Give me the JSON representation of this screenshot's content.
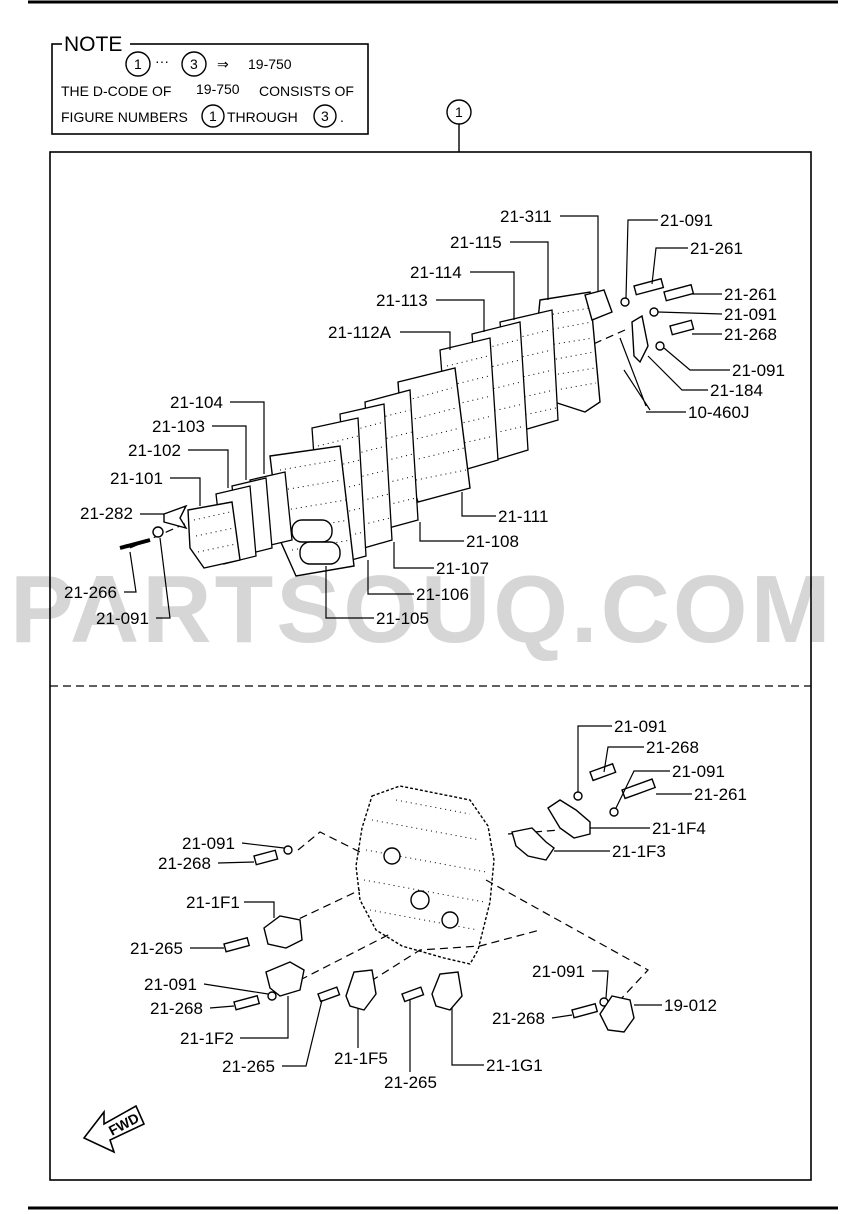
{
  "watermark": "PARTSOUQ.COM",
  "note": {
    "title": "NOTE",
    "range_from": "1",
    "range_to": "3",
    "arrow": "⇒",
    "dcode": "19-750",
    "line2_prefix": "THE D-CODE OF",
    "line2_dcode": "19-750",
    "line2_suffix": "CONSISTS OF",
    "line3_prefix": "FIGURE NUMBERS",
    "line3_from": "1",
    "line3_mid": "THROUGH",
    "line3_to": "3",
    "line3_end": "."
  },
  "figure_number": "1",
  "fwd_label": "FWD",
  "labels_top": {
    "p21_311": "21-311",
    "p21_115": "21-115",
    "p21_114": "21-114",
    "p21_113": "21-113",
    "p21_112a": "21-112A",
    "p21_104": "21-104",
    "p21_103": "21-103",
    "p21_102": "21-102",
    "p21_101": "21-101",
    "p21_282": "21-282",
    "p21_266": "21-266",
    "p21_091_l": "21-091",
    "p21_091_a": "21-091",
    "p21_261_a": "21-261",
    "p21_261_b": "21-261",
    "p21_091_b": "21-091",
    "p21_268_a": "21-268",
    "p21_091_c": "21-091",
    "p21_184": "21-184",
    "p10_460j": "10-460J",
    "p21_111": "21-111",
    "p21_108": "21-108",
    "p21_107": "21-107",
    "p21_106": "21-106",
    "p21_105": "21-105"
  },
  "labels_bottom": {
    "p21_091_d": "21-091",
    "p21_268_b": "21-268",
    "p21_091_e": "21-091",
    "p21_261_c": "21-261",
    "p21_1f4": "21-1F4",
    "p21_1f3": "21-1F3",
    "p21_091_f": "21-091",
    "p21_268_c": "21-268",
    "p21_1f1": "21-1F1",
    "p21_265_a": "21-265",
    "p21_091_g": "21-091",
    "p21_268_d": "21-268",
    "p21_1f2": "21-1F2",
    "p21_265_b": "21-265",
    "p21_1f5": "21-1F5",
    "p21_265_c": "21-265",
    "p21_1g1": "21-1G1",
    "p21_091_h": "21-091",
    "p19_012": "19-012",
    "p21_268_e": "21-268"
  }
}
